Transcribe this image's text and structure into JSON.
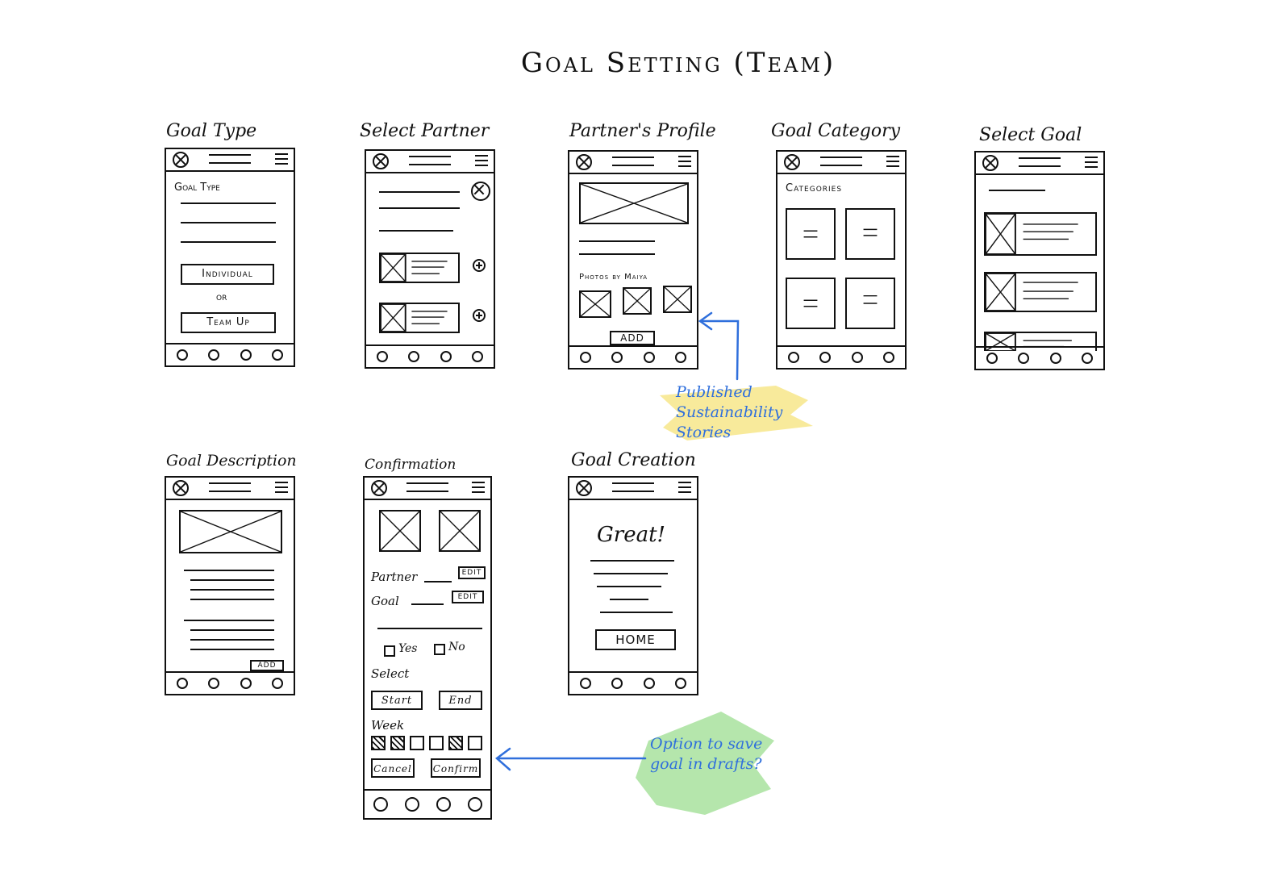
{
  "title": "Goal Setting (Team)",
  "colors": {
    "ink": "#111111",
    "annotation": "#2f6fdc",
    "highlight_yellow": "#f3d94a",
    "highlight_green": "#7ad36a"
  },
  "screens": {
    "goal_type": {
      "label": "Goal Type",
      "heading": "Goal Type",
      "option_individual": "Individual",
      "or": "or",
      "option_team": "Team Up"
    },
    "select_partner": {
      "label": "Select Partner"
    },
    "partners_profile": {
      "label": "Partner's Profile",
      "photos_caption": "Photos by Maiya",
      "add": "ADD"
    },
    "goal_category": {
      "label": "Goal Category",
      "heading": "Categories"
    },
    "select_goal": {
      "label": "Select Goal"
    },
    "goal_description": {
      "label": "Goal Description",
      "add": "ADD"
    },
    "confirmation": {
      "label": "Confirmation",
      "partner": "Partner",
      "goal": "Goal",
      "edit": "EDIT",
      "yes": "Yes",
      "no": "No",
      "select": "Select",
      "start": "Start",
      "end": "End",
      "week": "Week",
      "week_days": [
        true,
        true,
        false,
        false,
        true,
        false
      ],
      "cancel": "Cancel",
      "confirm": "Confirm"
    },
    "goal_creation": {
      "label": "Goal Creation",
      "greeting": "Great!",
      "home": "HOME"
    }
  },
  "annotations": {
    "published_stories": "Published Sustainability Stories",
    "drafts_option": "Option to save goal in drafts?"
  },
  "icons": [
    "close-icon",
    "menu-icon",
    "plus-icon",
    "nav-dot-icon",
    "image-placeholder-icon",
    "arrow-icon"
  ]
}
